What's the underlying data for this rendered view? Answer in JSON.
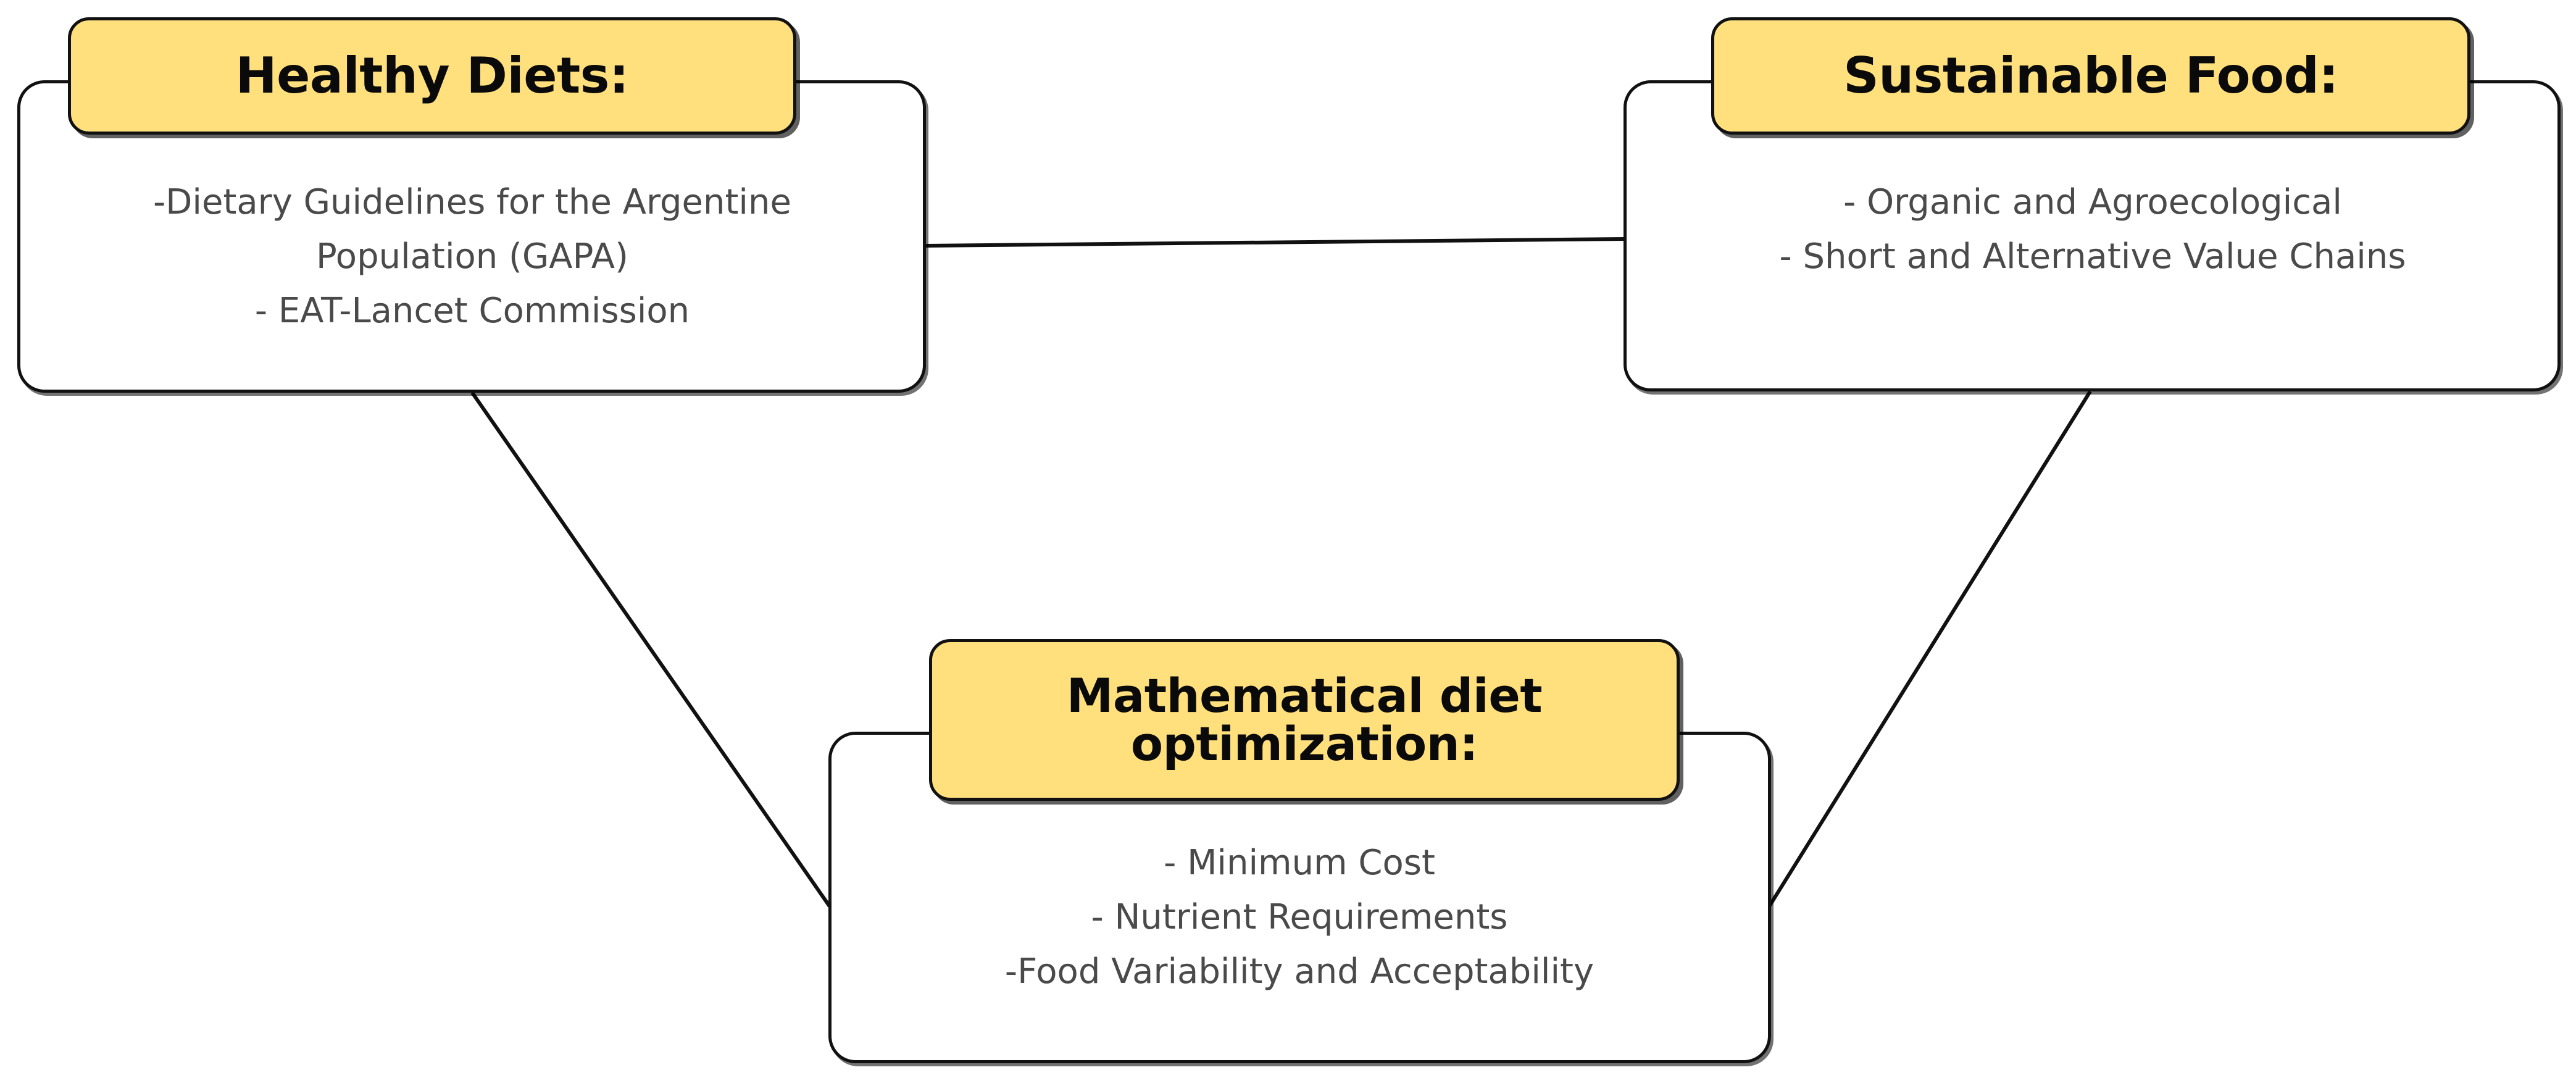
{
  "diagram": {
    "title_text_color": "#0a0a0a",
    "body_text_color": "#4a4a4a",
    "header_fill": "#ffe07d",
    "node_border_color": "#111111",
    "connector_color": "#111111",
    "background": "#ffffff",
    "nodes": [
      {
        "id": "healthy-diets",
        "title": "Healthy Diets:",
        "lines": [
          "-Dietary Guidelines for the Argentine",
          "Population (GAPA)",
          "- EAT-Lancet Commission"
        ]
      },
      {
        "id": "sustainable-food",
        "title": "Sustainable Food:",
        "lines": [
          "- Organic and Agroecological",
          "- Short and Alternative Value Chains"
        ]
      },
      {
        "id": "diet-optimization",
        "title": "Mathematical diet\noptimization:",
        "lines": [
          "- Minimum Cost",
          "- Nutrient Requirements",
          "-Food Variability and Acceptability"
        ]
      }
    ],
    "connectors": [
      {
        "id": "healthy-to-sustainable",
        "from": "healthy-diets",
        "to": "sustainable-food"
      },
      {
        "id": "healthy-to-optimization",
        "from": "healthy-diets",
        "to": "diet-optimization"
      },
      {
        "id": "sustainable-to-optimization",
        "from": "sustainable-food",
        "to": "diet-optimization"
      }
    ]
  }
}
